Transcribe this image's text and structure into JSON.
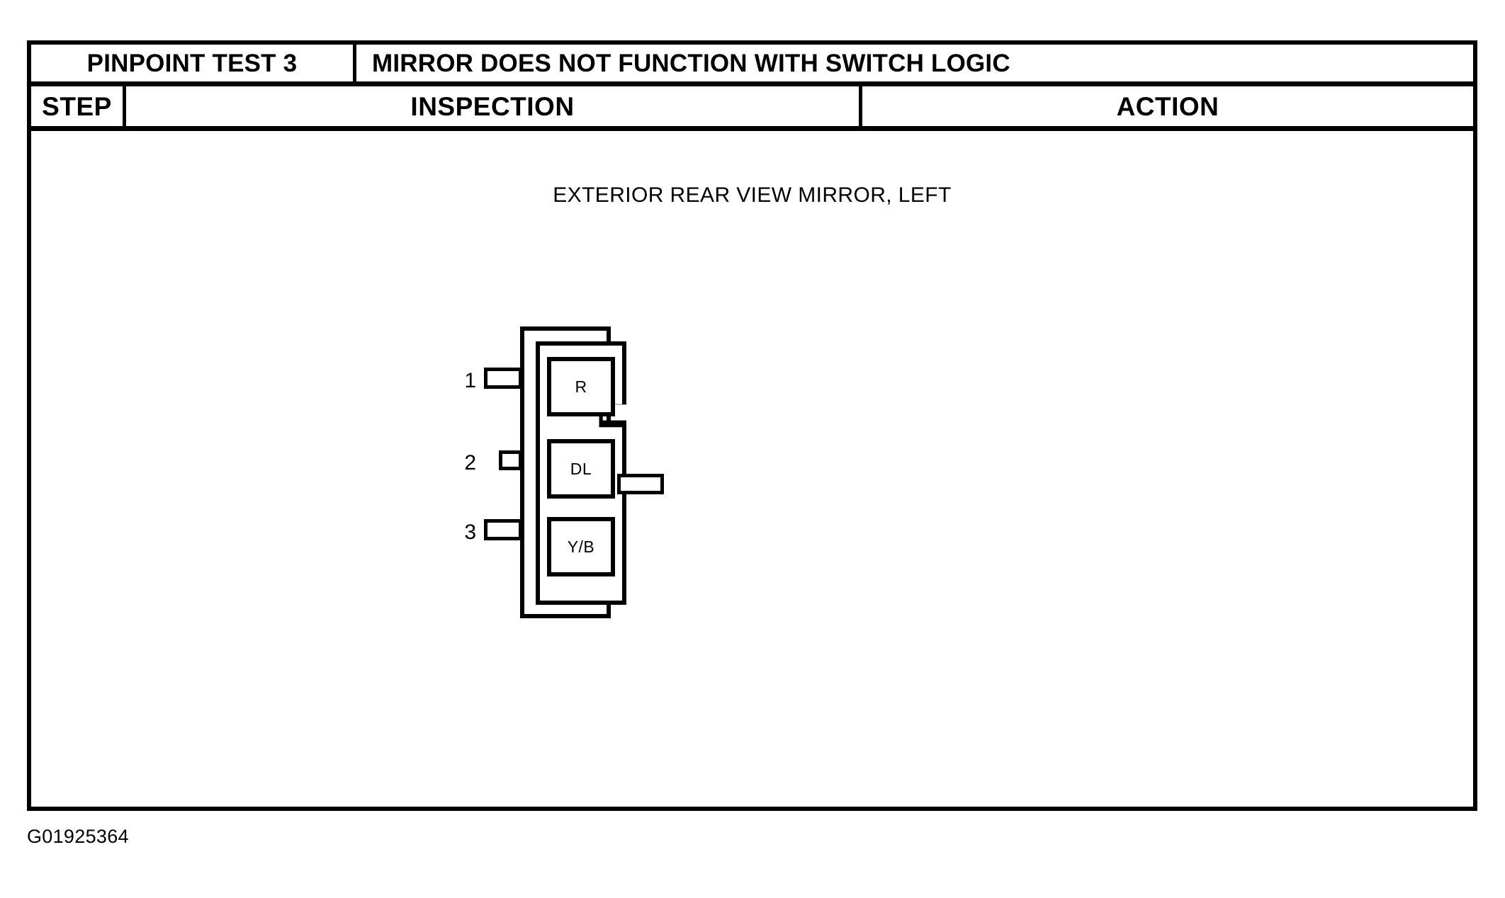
{
  "document": {
    "figure_id": "G01925364"
  },
  "table": {
    "title_row": {
      "test_number": "PINPOINT TEST 3",
      "test_name": "MIRROR DOES NOT FUNCTION WITH SWITCH LOGIC"
    },
    "column_headers": {
      "step": "STEP",
      "inspection": "INSPECTION",
      "action": "ACTION"
    }
  },
  "diagram": {
    "caption": "EXTERIOR REAR VIEW MIRROR, LEFT",
    "connector": {
      "pins": [
        {
          "number": "1",
          "circuit": "R"
        },
        {
          "number": "2",
          "circuit": "DL"
        },
        {
          "number": "3",
          "circuit": "Y/B"
        }
      ]
    }
  },
  "colors": {
    "line": "#000000",
    "background": "#ffffff"
  }
}
